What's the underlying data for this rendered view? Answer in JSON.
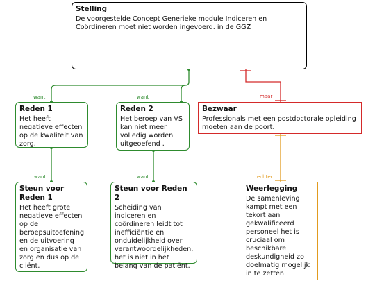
{
  "claim": {
    "title": "Stelling",
    "text": "De voorgestelde Concept Generieke module Indiceren en Coördineren moet niet worden ingevoerd. in de GGZ"
  },
  "reasons": [
    {
      "title": "Reden 1",
      "text": "Het heeft negatieve effecten op de kwaliteit van zorg."
    },
    {
      "title": "Reden 2",
      "text": "Het beroep van VS kan niet meer volledig worden uitgeoefend ."
    }
  ],
  "objection": {
    "title": "Bezwaar",
    "text": "Professionals met een postdoctorale opleiding moeten aan de poort."
  },
  "supports": [
    {
      "title": "Steun voor Reden 1",
      "text": "Het heeft grote negatieve effecten op de beroepsuitoefening en de uitvoering en organisatie van zorg en dus op de cliënt."
    },
    {
      "title": "Steun voor Reden 2",
      "text": "Scheiding van indiceren en coördineren leidt tot inefficiëntie en onduidelijkheid over verantwoordelijkheden, het is niet in het belang van de patiënt."
    }
  ],
  "rebuttal": {
    "title": "Weerlegging",
    "text": "De samenleving kampt met een tekort aan gekwalificeerd personeel het is cruciaal om beschikbare deskundigheid  zo doelmatig mogelijk in te zetten."
  },
  "connectors": {
    "want_1": "want",
    "want_2": "want",
    "maar": "maar",
    "want_3": "want",
    "want_4": "want",
    "echter": "echter"
  },
  "colors": {
    "support": "#2e8b2e",
    "objection": "#d42a2a",
    "rebuttal": "#e19b1f"
  }
}
